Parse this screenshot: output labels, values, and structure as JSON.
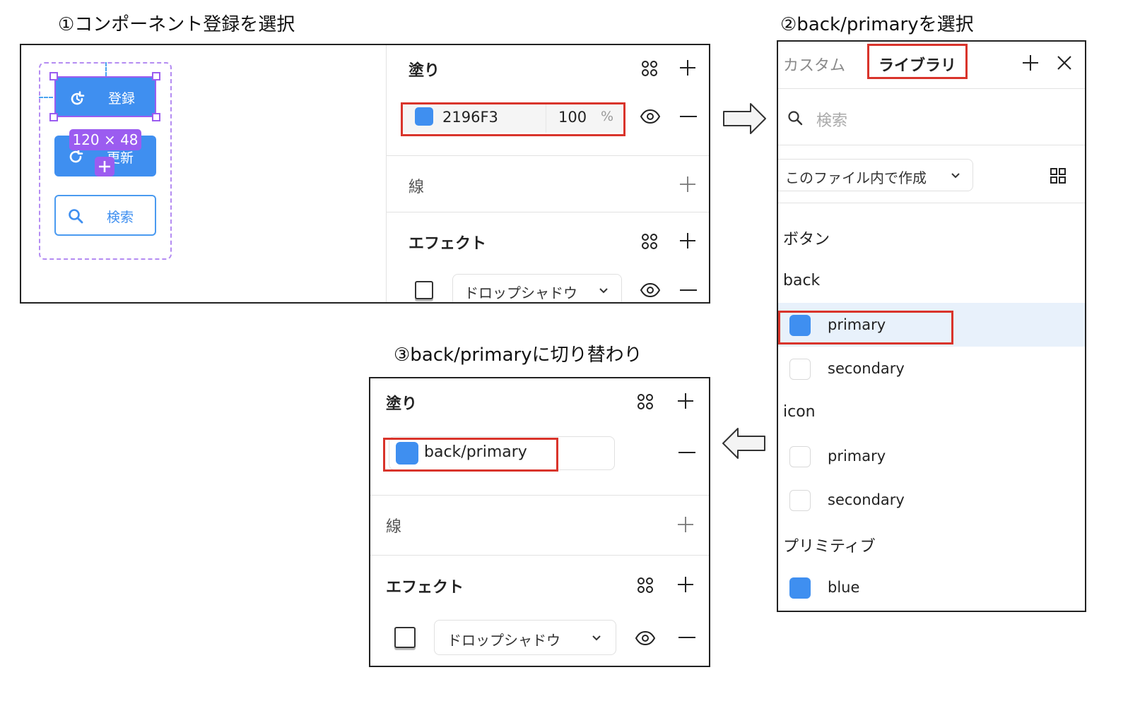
{
  "steps": {
    "step1": "①コンポーネント登録を選択",
    "step2": "②back/primaryを選択",
    "step3": "③back/primaryに切り替わり"
  },
  "canvas": {
    "buttons": {
      "register": "登録",
      "update": "更新",
      "search": "検索"
    },
    "size_badge": "120 × 48"
  },
  "fill_panel": {
    "fill_title": "塗り",
    "hex_value": "2196F3",
    "opacity_value": "100",
    "opacity_unit": "%",
    "stroke_title": "線",
    "effect_title": "エフェクト",
    "effect_select": "ドロップシャドウ"
  },
  "library_panel": {
    "tabs": {
      "custom": "カスタム",
      "library": "ライブラリ"
    },
    "search_placeholder": "検索",
    "source_select": "このファイル内で作成",
    "groups": [
      {
        "name": "ボタン"
      },
      {
        "name": "back",
        "items": [
          {
            "label": "primary",
            "color": "#3f8ff0",
            "selected": true
          },
          {
            "label": "secondary",
            "color": "#ffffff"
          }
        ]
      },
      {
        "name": "icon",
        "items": [
          {
            "label": "primary",
            "color": "#ffffff"
          },
          {
            "label": "secondary",
            "color": "#ffffff"
          }
        ]
      },
      {
        "name": "プリミティブ",
        "items": [
          {
            "label": "blue",
            "color": "#3f8ff0"
          }
        ]
      }
    ]
  },
  "result_panel": {
    "fill_title": "塗り",
    "style_name": "back/primary",
    "stroke_title": "線",
    "effect_title": "エフェクト",
    "effect_select": "ドロップシャドウ"
  },
  "colors": {
    "accent_blue": "#3f8ff0",
    "highlight_red": "#d9342b",
    "selection_purple": "#9b5cf0",
    "selected_row": "#e8f1fb"
  }
}
